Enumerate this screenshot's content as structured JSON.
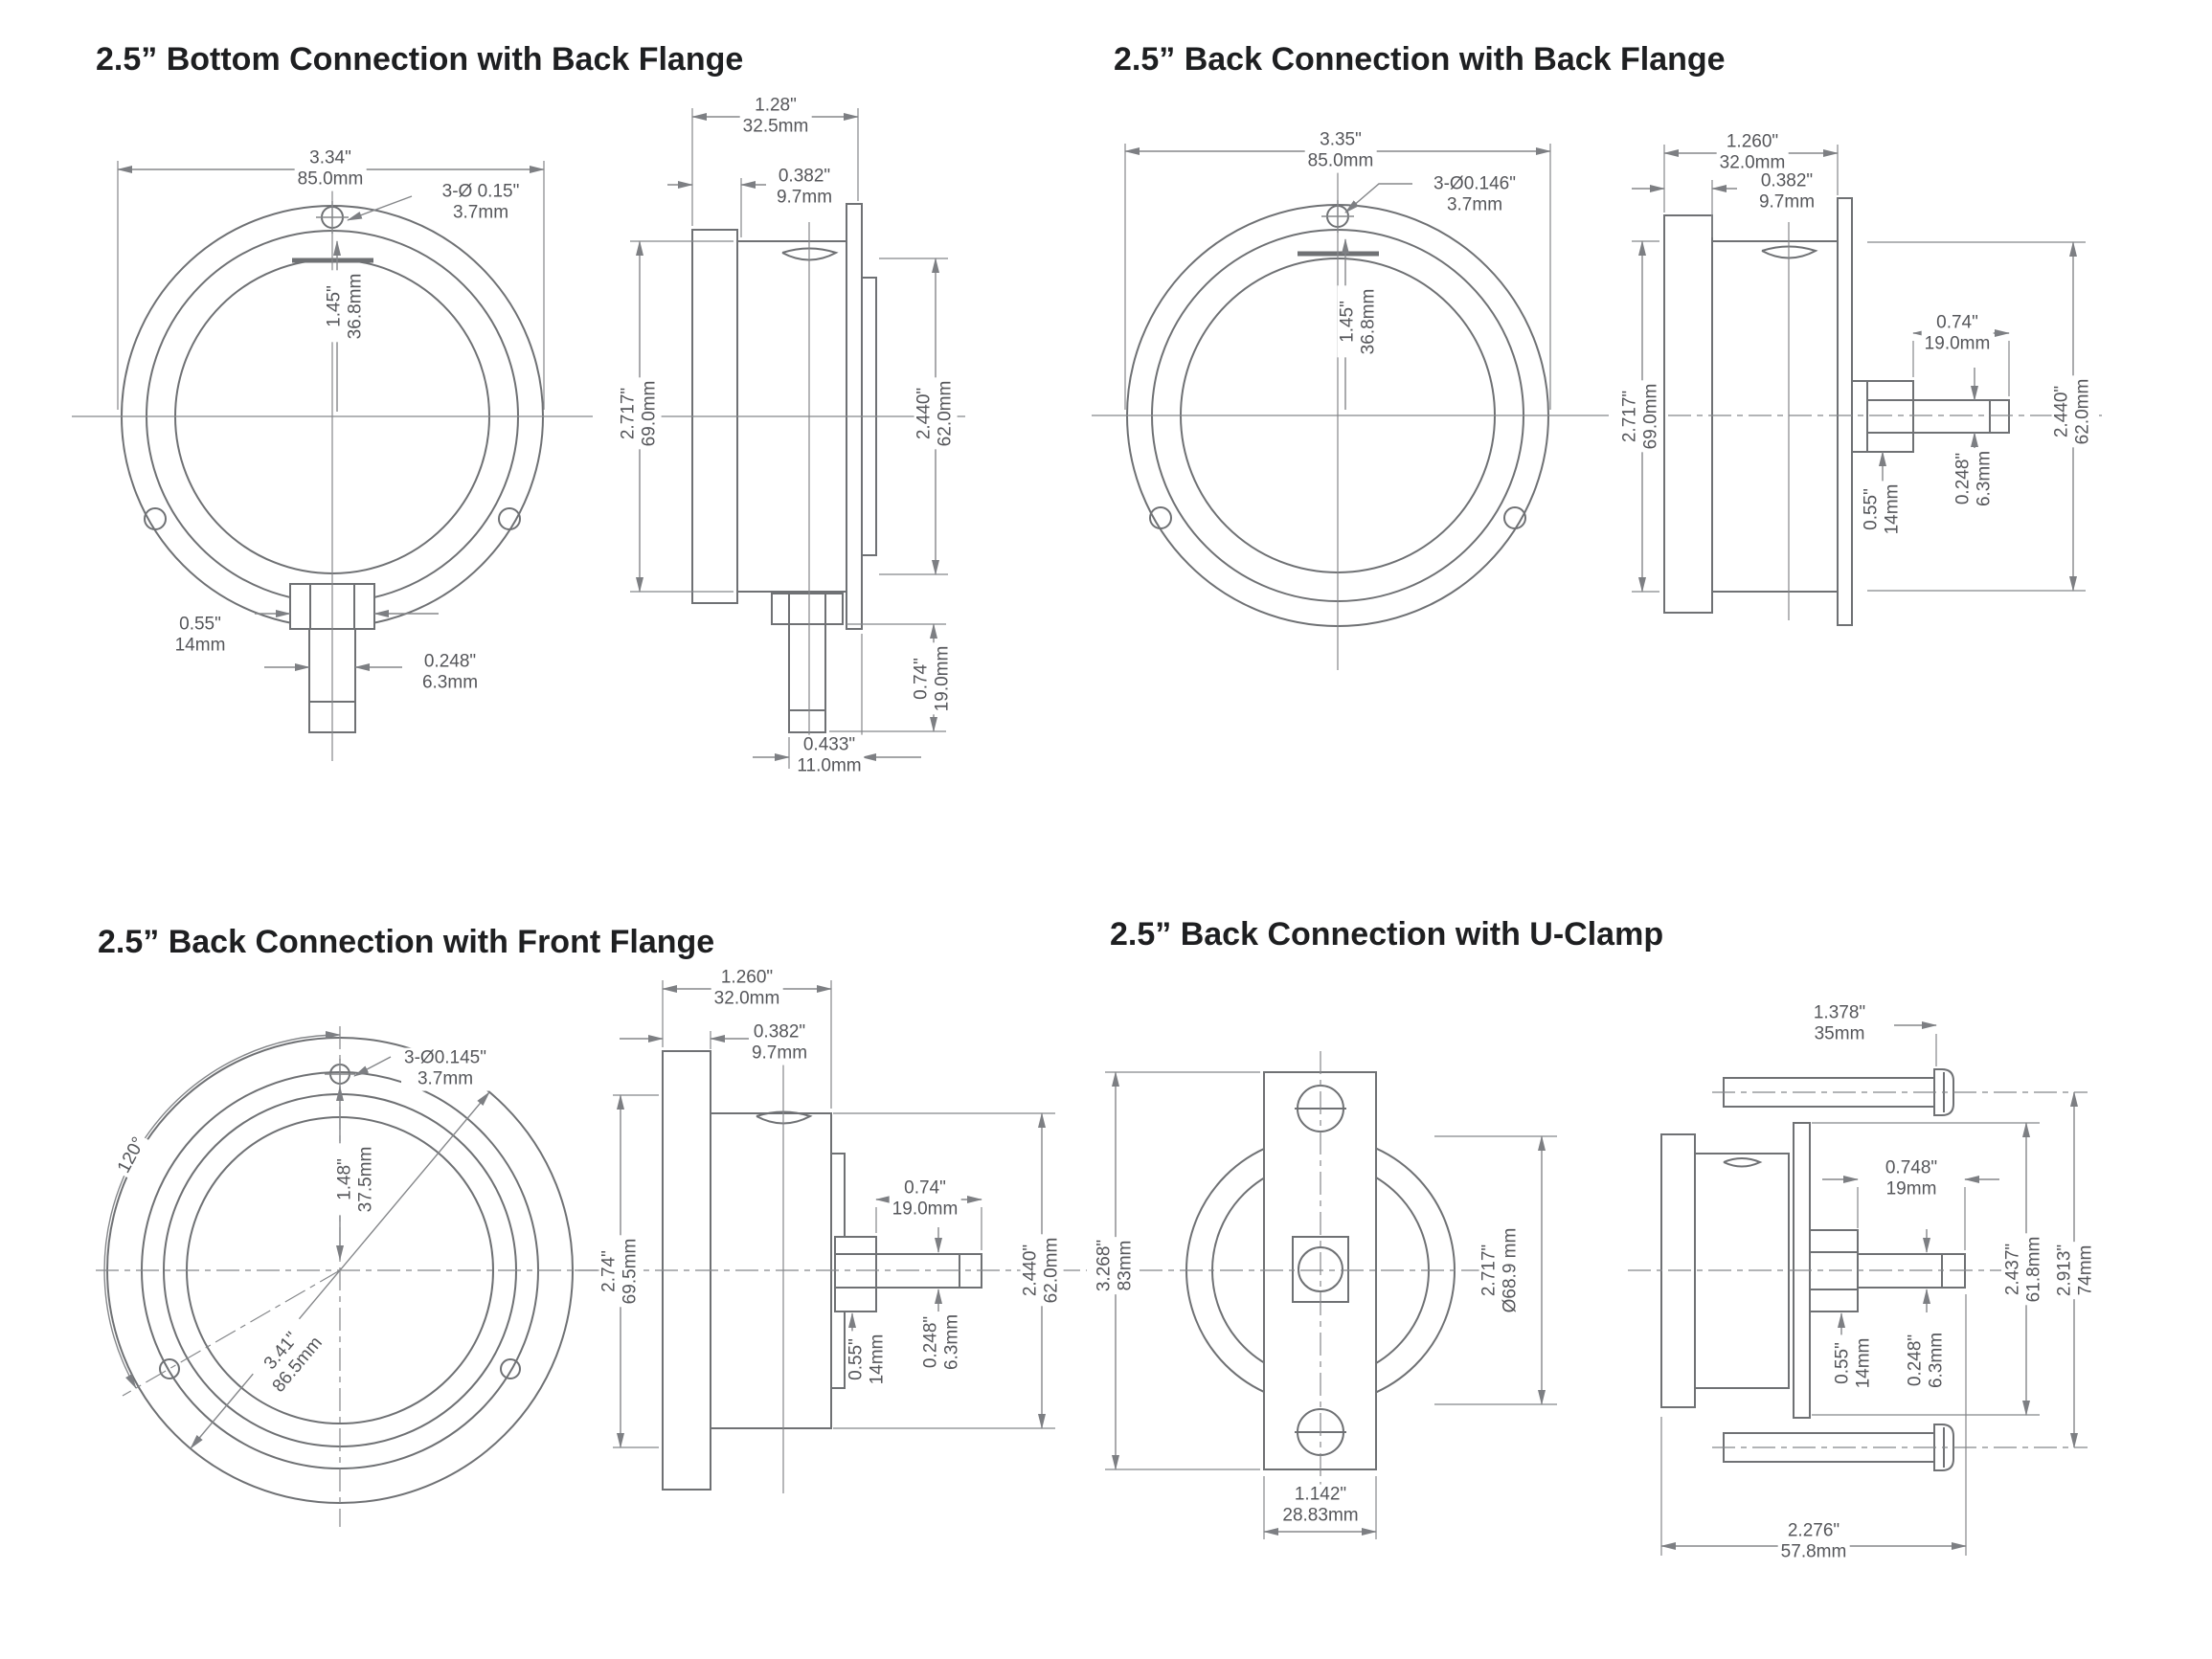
{
  "titles": {
    "q1": "2.5” Bottom Connection with Back Flange",
    "q2": "2.5” Back Connection with Back Flange",
    "q3": "2.5” Back Connection with Front Flange",
    "q4": "2.5” Back Connection with U-Clamp"
  },
  "q1": {
    "front": {
      "width": "3.34\"\n85.0mm",
      "holes": "3-Ø 0.15\"\n3.7mm",
      "offset": "1.45\"\n36.8mm",
      "hex": "0.55\"\n14mm",
      "stem": "0.248\"\n6.3mm"
    },
    "side": {
      "depth": "1.28\"\n32.5mm",
      "bezel": "0.382\"\n9.7mm",
      "flange": "2.717\"\n69.0mm",
      "case": "2.440\"\n62.0mm",
      "stem_len": "0.74\"\n19.0mm",
      "tip": "0.433\"\n11.0mm"
    }
  },
  "q2": {
    "front": {
      "width": "3.35\"\n85.0mm",
      "holes": "3-Ø0.146\"\n3.7mm",
      "offset": "1.45\"\n36.8mm"
    },
    "side": {
      "depth": "1.260\"\n32.0mm",
      "bezel": "0.382\"\n9.7mm",
      "flange": "2.717\"\n69.0mm",
      "stem_len": "0.74\"\n19.0mm",
      "hex": "0.55\"\n14mm",
      "stem": "0.248\"\n6.3mm",
      "case": "2.440\"\n62.0mm"
    }
  },
  "q3": {
    "front": {
      "holes": "3-Ø0.145\"\n3.7mm",
      "angle": "120°",
      "offset": "1.48\"\n37.5mm",
      "diameter": "3.41\"\n86.5mm"
    },
    "side": {
      "depth": "1.260\"\n32.0mm",
      "bezel": "0.382\"\n9.7mm",
      "flange": "2.74\"\n69.5mm",
      "stem_len": "0.74\"\n19.0mm",
      "hex": "0.55\"\n14mm",
      "stem": "0.248\"\n6.3mm",
      "case": "2.440\"\n62.0mm"
    }
  },
  "q4": {
    "front": {
      "height": "3.268\"\n83mm",
      "case_dia": "2.717\"\nØ68.9 mm",
      "clamp_w": "1.142\"\n28.83mm"
    },
    "side": {
      "screw": "1.378\"\n35mm",
      "stem_len": "0.748\"\n19mm",
      "hex": "0.55\"\n14mm",
      "stem": "0.248\"\n6.3mm",
      "clamp_h": "2.437\"\n61.8mm",
      "screw_span": "2.913\"\n74mm",
      "depth": "2.276\"\n57.8mm"
    }
  }
}
